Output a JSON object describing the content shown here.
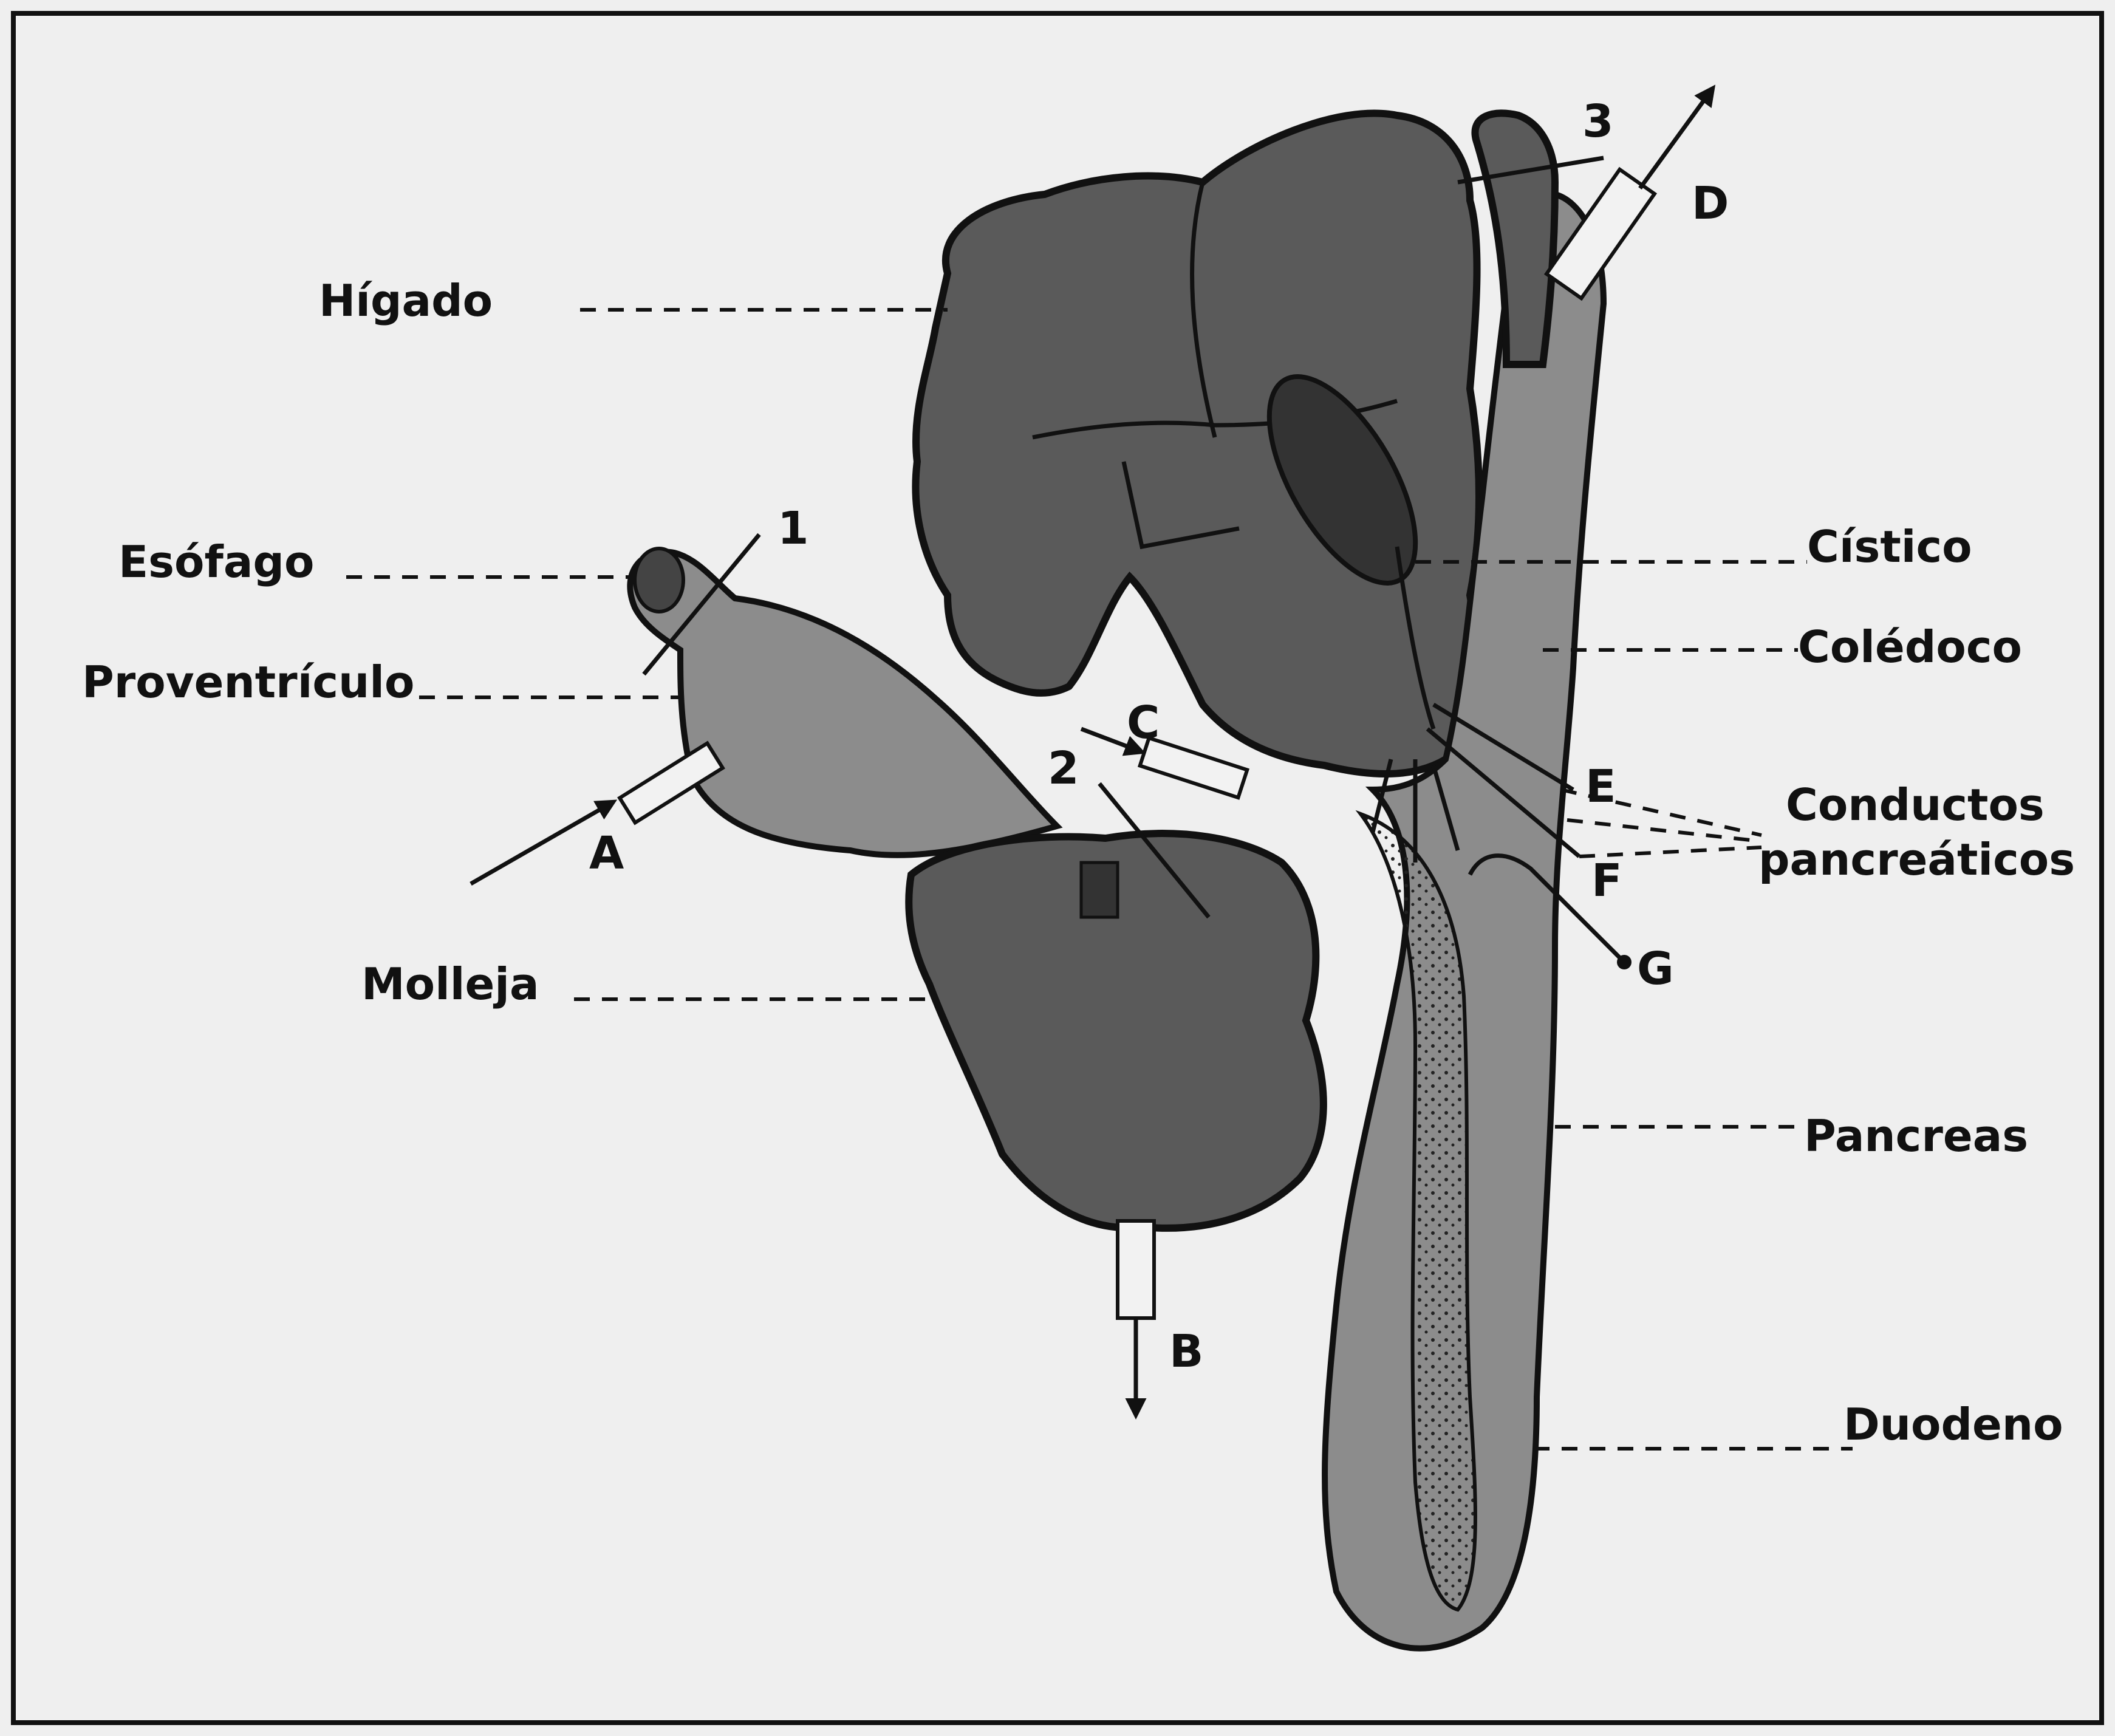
{
  "labels": {
    "higado": "Hígado",
    "esofago": "Esófago",
    "proventriculo": "Proventrículo",
    "molleja": "Molleja",
    "cistico": "Cístico",
    "coledoco": "Colédoco",
    "conductos_line1": "Conductos",
    "conductos_line2": "pancreáticos",
    "pancreas": "Pancreas",
    "duodeno": "Duodeno"
  },
  "markers": {
    "n1": "1",
    "n2": "2",
    "n3": "3",
    "A": "A",
    "B": "B",
    "C": "C",
    "D": "D",
    "E": "E",
    "F": "F",
    "G": "G"
  },
  "colors": {
    "ink": "#111111",
    "paper": "#efefef",
    "organ_fill": "#5a5a5a"
  }
}
